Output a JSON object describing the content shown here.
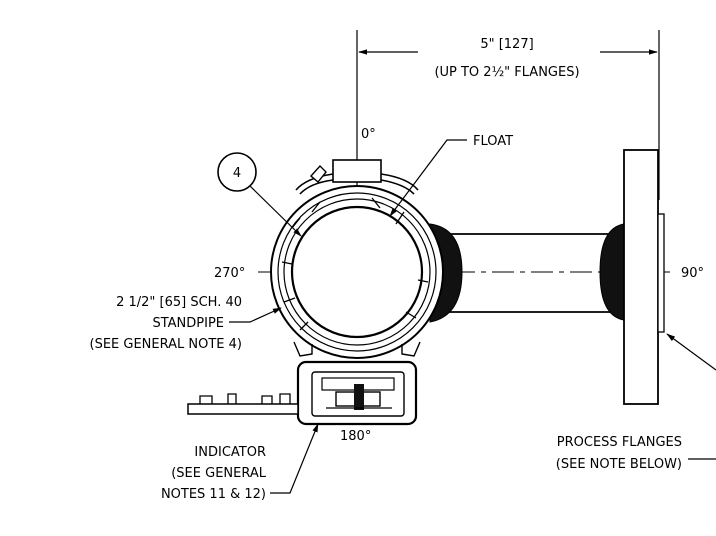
{
  "dimension": {
    "value": "5\" [127]",
    "note": "(UP TO 2½\" FLANGES)"
  },
  "angles": {
    "top": "0°",
    "left": "270°",
    "right": "90°",
    "bottom": "180°"
  },
  "balloon": "4",
  "callouts": {
    "float": "FLOAT",
    "standpipe": [
      "2 1/2\" [65] SCH. 40",
      "STANDPIPE",
      "(SEE GENERAL NOTE 4)"
    ],
    "indicator": [
      "INDICATOR",
      "(SEE GENERAL",
      "NOTES 11 & 12)"
    ],
    "flanges": [
      "PROCESS FLANGES",
      "(SEE NOTE BELOW)"
    ]
  }
}
